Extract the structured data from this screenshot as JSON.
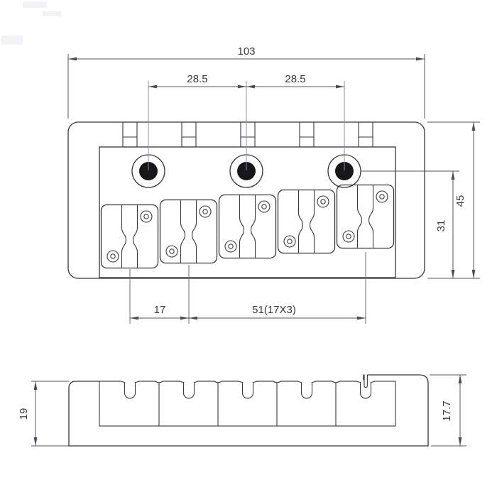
{
  "drawing": {
    "type": "technical-drawing",
    "part": "5-string bass bridge, top and side orthographic views",
    "dimensions": {
      "overall_width": "103",
      "spacing_left": "28.5",
      "spacing_right": "28.5",
      "depth": "45",
      "hole_offset": "31",
      "pitch": "17",
      "span": "51(17X3)",
      "height_left": "19",
      "height_right": "17.7"
    }
  }
}
